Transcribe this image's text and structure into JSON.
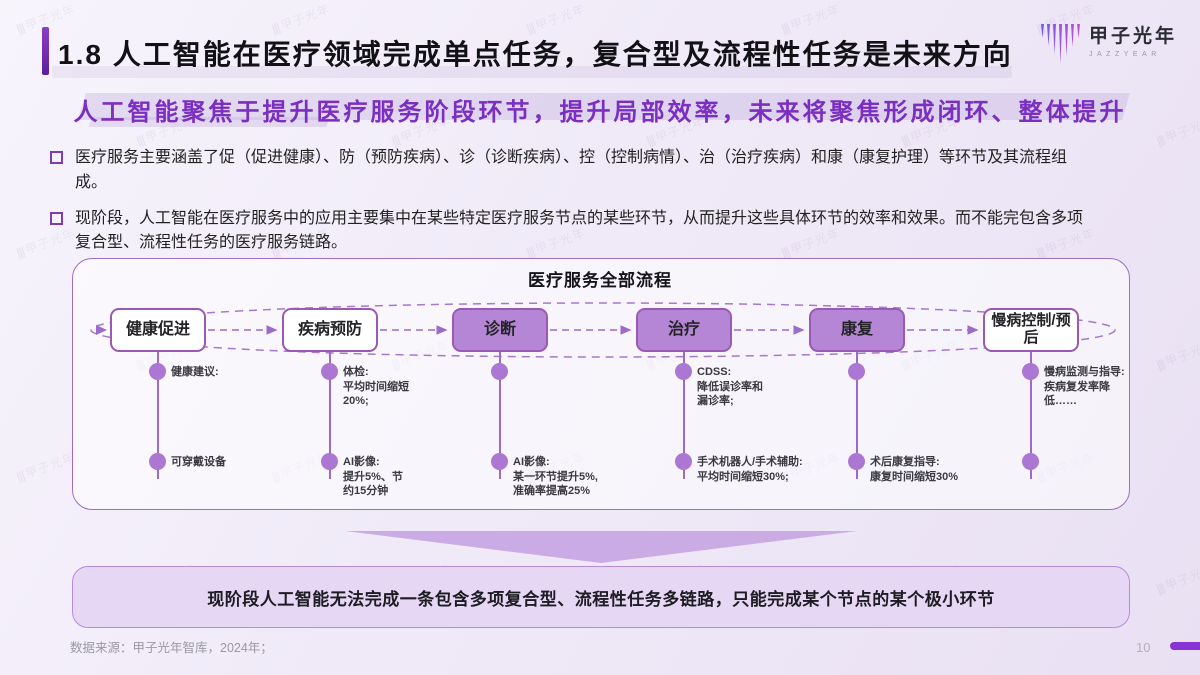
{
  "header": {
    "title": "1.8 人工智能在医疗领域完成单点任务，复合型及流程性任务是未来方向",
    "logo_text": "甲子光年",
    "logo_subtext": "JAZZYEAR"
  },
  "subtitle": "人工智能聚焦于提升医疗服务阶段环节，提升局部效率，未来将聚焦形成闭环、整体提升",
  "bullets": [
    "医疗服务主要涵盖了促（促进健康）、防（预防疾病）、诊（诊断疾病）、控（控制病情）、治（治疗疾病）和康（康复护理）等环节及其流程组成。",
    "现阶段，人工智能在医疗服务中的应用主要集中在某些特定医疗服务节点的某些环节，从而提升这些具体环节的效率和效果。而不能完包含多项复合型、流程性任务的医疗服务链路。"
  ],
  "diagram": {
    "title": "医疗服务全部流程",
    "stages": [
      {
        "label": "健康促进",
        "filled": false,
        "note_top": "健康建议:",
        "note_bottom": "可穿戴设备"
      },
      {
        "label": "疾病预防",
        "filled": false,
        "note_top": "体检:\n平均时间缩短\n20%;",
        "note_bottom": "AI影像:\n提升5%、节\n约15分钟"
      },
      {
        "label": "诊断",
        "filled": true,
        "note_top": "",
        "note_bottom": "AI影像:\n某一环节提升5%,\n准确率提高25%"
      },
      {
        "label": "治疗",
        "filled": true,
        "note_top": "CDSS:\n降低误诊率和\n漏诊率;",
        "note_bottom": "手术机器人/手术辅助:\n平均时间缩短30%;"
      },
      {
        "label": "康复",
        "filled": true,
        "note_top": "",
        "note_bottom": "术后康复指导:\n康复时间缩短30%"
      },
      {
        "label": "慢病控制/预后",
        "filled": false,
        "note_top": "慢病监测与指导:\n疾病复发率降\n低……",
        "note_bottom": ""
      }
    ]
  },
  "banner": {
    "text": "现阶段人工智能无法完成一条包含多项复合型、流程性任务多链路，只能完成某个节点的某个极小环节"
  },
  "footer": {
    "source": "数据来源：甲子光年智库，2024年；",
    "page": "10"
  },
  "watermark": {
    "text": "甲子光年"
  },
  "colors": {
    "primary_purple": "#7030a0",
    "subtitle_text": "#7b2fc0",
    "stage_fill": "#b586d6",
    "stage_border": "#9b59b6",
    "banner_fill": "#e6d7f5",
    "corner_bar": "#8833d6"
  }
}
